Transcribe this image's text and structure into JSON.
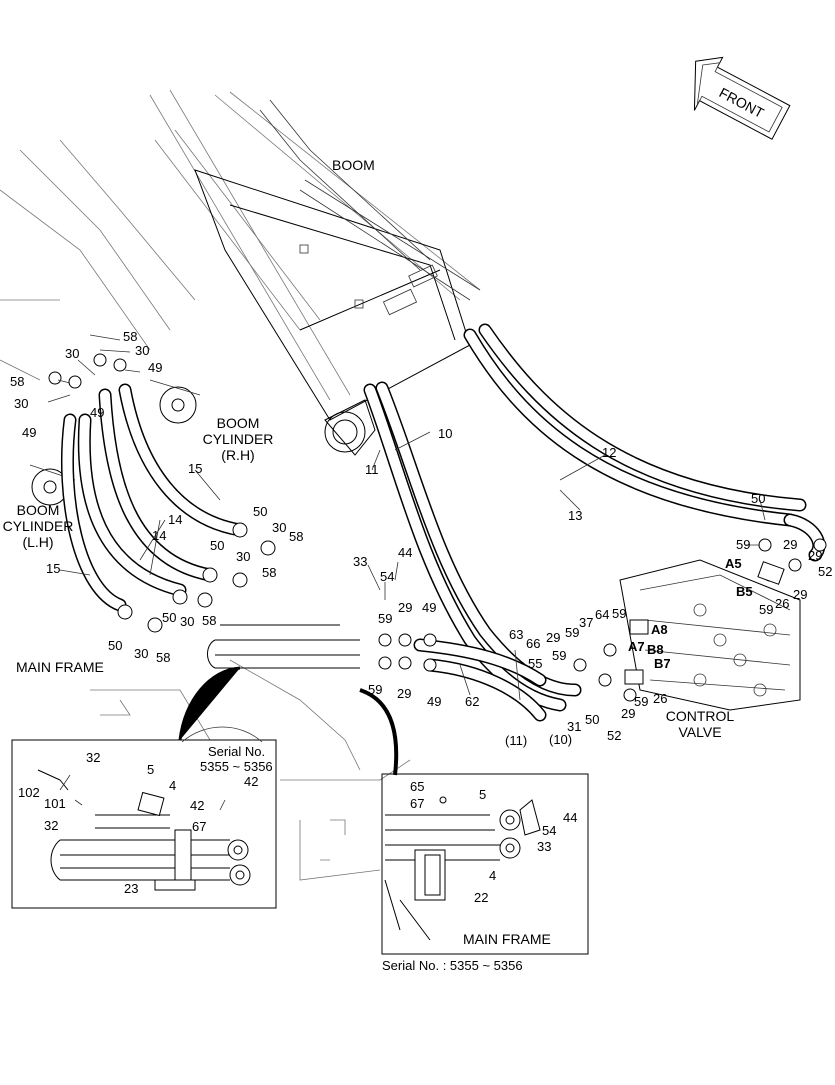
{
  "labels": {
    "front": "FRONT",
    "boom": "BOOM",
    "boom_cyl_rh": [
      "BOOM",
      "CYLINDER",
      "(R.H)"
    ],
    "boom_cyl_lh": [
      "BOOM",
      "CYLINDER",
      "(L.H)"
    ],
    "main_frame": "MAIN FRAME",
    "control_valve": [
      "CONTROL",
      "VALVE"
    ],
    "inset_main_frame": "MAIN FRAME",
    "serial_note_left": [
      "Serial No.",
      "5355 ~ 5356"
    ],
    "serial_note_bottom": "Serial No. : 5355 ~ 5356"
  },
  "ports": [
    "A5",
    "B5",
    "A8",
    "A7",
    "B8",
    "B7"
  ],
  "part_numbers": {
    "top_left": [
      "58",
      "30",
      "30",
      "49",
      "58",
      "30",
      "49",
      "49"
    ],
    "hoses": [
      "10",
      "11",
      "12",
      "13",
      "14",
      "14",
      "15",
      "15"
    ],
    "mid_left": [
      "50",
      "30",
      "58",
      "50",
      "30",
      "58",
      "50",
      "30",
      "58",
      "50",
      "30",
      "58"
    ],
    "mid": [
      "33",
      "44",
      "54",
      "59",
      "29",
      "49",
      "59",
      "29",
      "49",
      "62",
      "63",
      "(11)"
    ],
    "valve": [
      "50",
      "59",
      "29",
      "29",
      "52",
      "26",
      "29",
      "59",
      "59",
      "64",
      "59",
      "37",
      "29",
      "66",
      "55",
      "59",
      "(10)",
      "31",
      "50",
      "29",
      "59",
      "26",
      "52"
    ],
    "inset_left": [
      "102",
      "32",
      "101",
      "32",
      "5",
      "4",
      "42",
      "42",
      "67",
      "23"
    ],
    "inset_right": [
      "65",
      "67",
      "5",
      "44",
      "54",
      "33",
      "4",
      "22"
    ]
  }
}
